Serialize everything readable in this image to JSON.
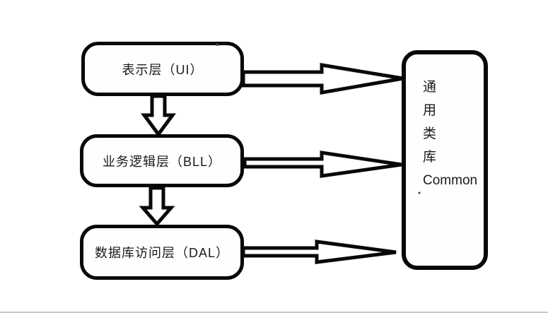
{
  "diagram": {
    "background": "#ffffff",
    "line_color": "#080808",
    "layers": [
      {
        "id": "ui",
        "label": "表示层（UI）"
      },
      {
        "id": "bll",
        "label": "业务逻辑层（BLL）"
      },
      {
        "id": "dal",
        "label": "数据库访问层（DAL）"
      }
    ],
    "common_box": {
      "lines": [
        "通",
        "用",
        "类",
        "库",
        "Common"
      ]
    },
    "arrows": [
      {
        "name": "ui-to-bll",
        "direction": "down"
      },
      {
        "name": "bll-to-dal",
        "direction": "down"
      },
      {
        "name": "ui-to-common",
        "direction": "right"
      },
      {
        "name": "bll-to-common",
        "direction": "right"
      },
      {
        "name": "dal-to-common",
        "direction": "right"
      }
    ]
  }
}
